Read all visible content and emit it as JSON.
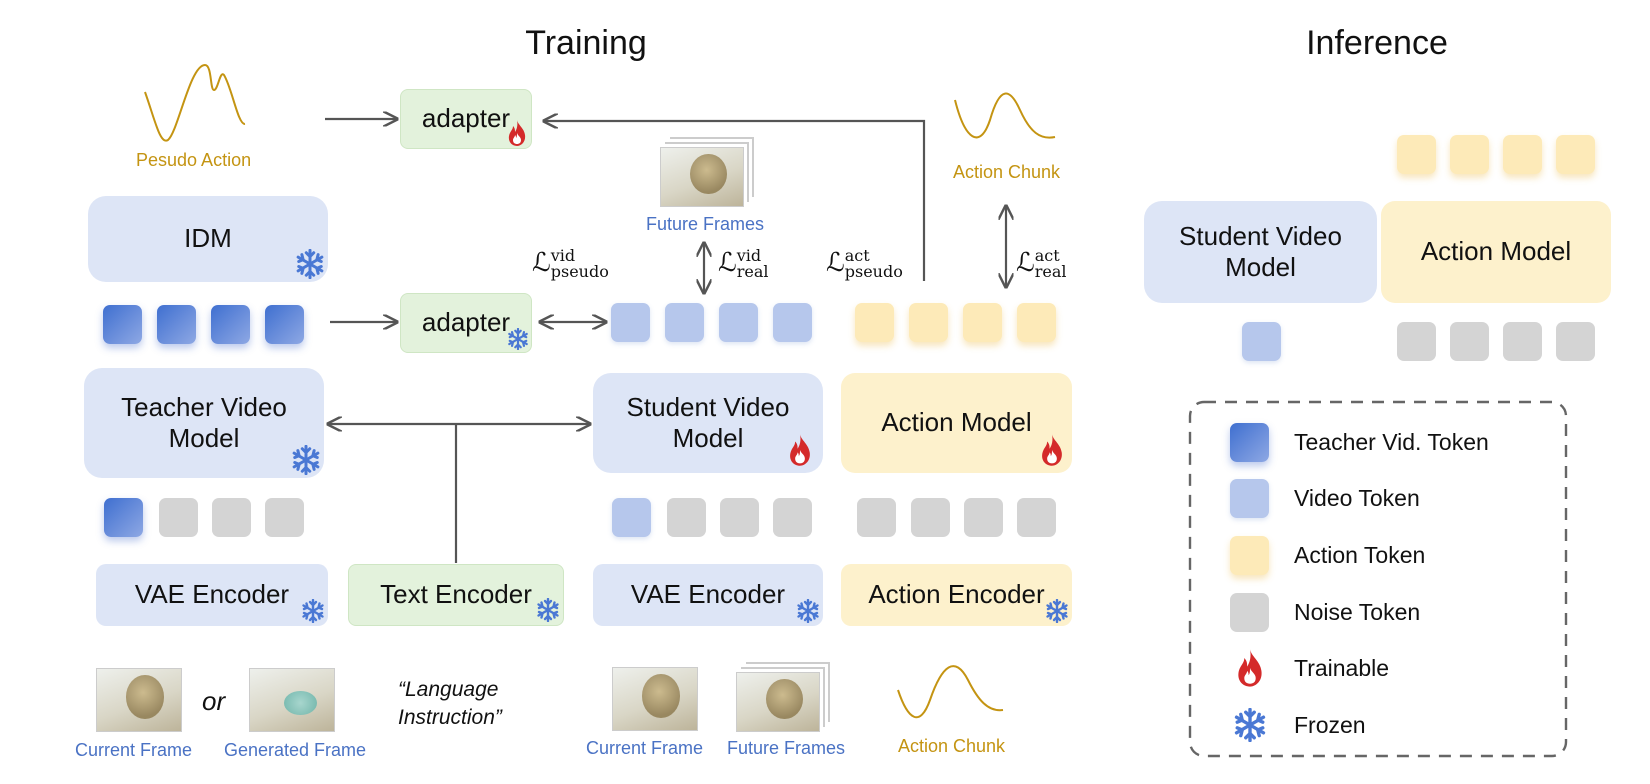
{
  "training": {
    "title": "Training"
  },
  "inference": {
    "title": "Inference"
  },
  "pseudo_action_label": "Pesudo Action",
  "adapter_top": "adapter",
  "adapter_mid": "adapter",
  "idm": "IDM",
  "teacher_model": "Teacher Video Model",
  "student_model": "Student Video Model",
  "action_model": "Action Model",
  "vae_encoder_left": "VAE Encoder",
  "text_encoder": "Text Encoder",
  "vae_encoder_right": "VAE Encoder",
  "action_encoder": "Action Encoder",
  "future_frames_top": "Future Frames",
  "action_chunk_top": "Action Chunk",
  "loss_vid_pseudo": {
    "main": "ℒ",
    "sup": "vid",
    "sub": "pseudo"
  },
  "loss_vid_real": {
    "main": "ℒ",
    "sup": "vid",
    "sub": "real"
  },
  "loss_act_pseudo": {
    "main": "ℒ",
    "sup": "act",
    "sub": "pseudo"
  },
  "loss_act_real": {
    "main": "ℒ",
    "sup": "act",
    "sub": "real"
  },
  "bottom": {
    "current_frame": "Current Frame",
    "or": "or",
    "generated_frame": "Generated Frame",
    "language_instruction_line1": "“Language",
    "language_instruction_line2": "Instruction”",
    "current_frame_2": "Current Frame",
    "future_frames": "Future Frames",
    "action_chunk": "Action Chunk"
  },
  "inf": {
    "student_model": "Student Video Model",
    "action_model": "Action Model"
  },
  "legend": [
    {
      "icon": "teacher-token",
      "label": "Teacher Vid. Token"
    },
    {
      "icon": "video-token",
      "label": "Video Token"
    },
    {
      "icon": "action-token",
      "label": "Action Token"
    },
    {
      "icon": "noise-token",
      "label": "Noise Token"
    },
    {
      "icon": "flame-icon",
      "label": "Trainable"
    },
    {
      "icon": "snowflake-icon",
      "label": "Frozen"
    }
  ],
  "colors": {
    "blue_box": "#dde5f6",
    "green_box": "#e3f2dc",
    "yellow_box": "#fdf1cc",
    "label_blue": "#4a72c4",
    "label_gold": "#c49412",
    "flame": "#d42a2a",
    "snow": "#4a78d4",
    "arrow": "#555555"
  }
}
